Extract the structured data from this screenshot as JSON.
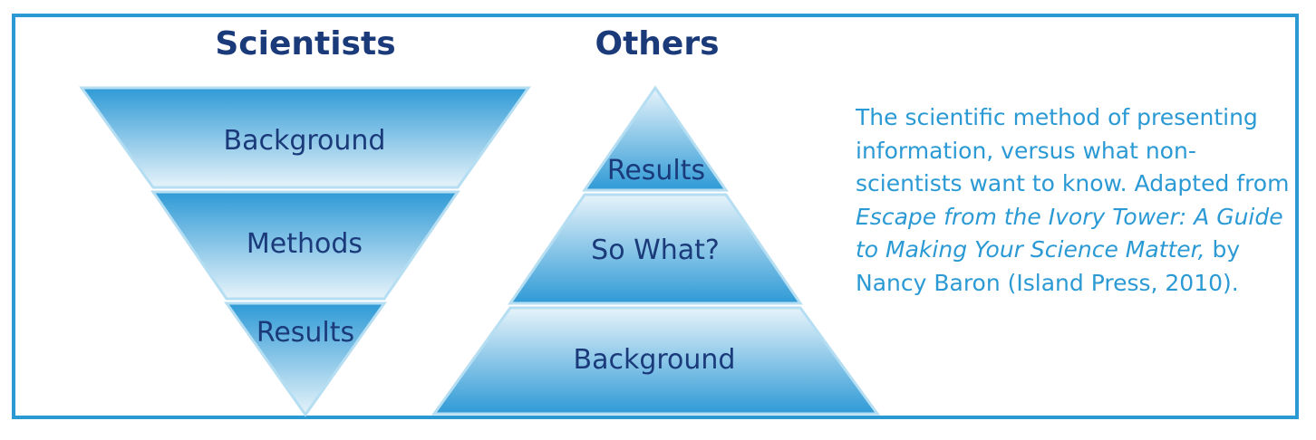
{
  "diagram": {
    "scientists": {
      "title": "Scientists",
      "layers": [
        "Background",
        "Methods",
        "Results"
      ]
    },
    "others": {
      "title": "Others",
      "layers": [
        "Results",
        "So What?",
        "Background"
      ]
    }
  },
  "caption": {
    "part1": "The scientific method of presenting information, versus what non-scientists want to know. Adapted from ",
    "book_title": "Escape from the Ivory Tower: A Guide to Making Your Science Matter,",
    "part2": " by Nancy Baron (Island Press, 2010)."
  },
  "colors": {
    "border": "#2b9ad4",
    "title_text": "#1a3a7a",
    "caption_text": "#2b9ad4",
    "fill_dark": "#2f9ad6",
    "fill_light": "#e8f4fb",
    "outline": "#b5def2"
  }
}
